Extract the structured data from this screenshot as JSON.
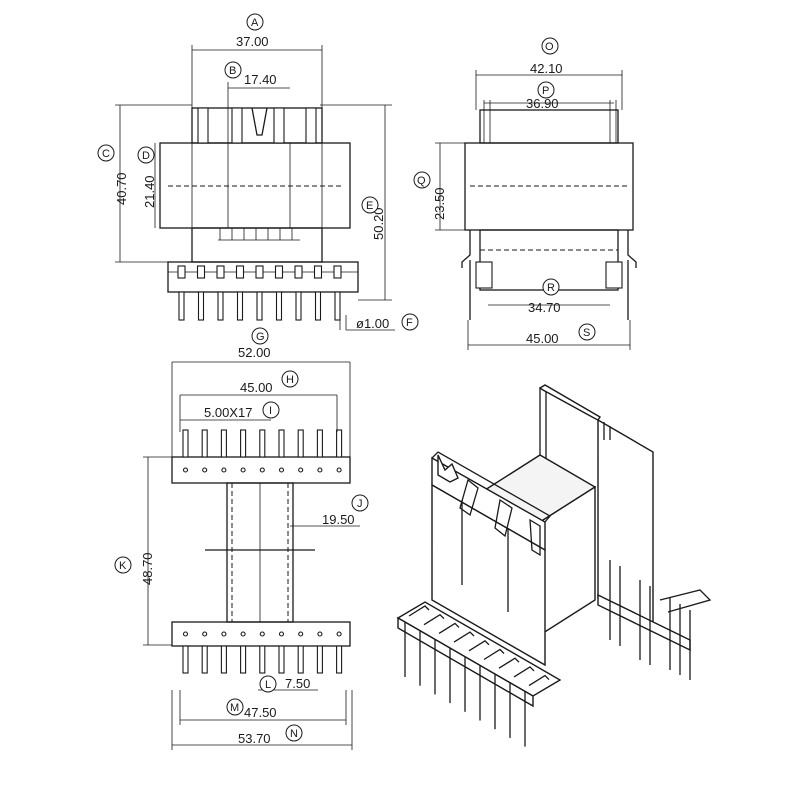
{
  "dimensions": {
    "A": "37.00",
    "B": "17.40",
    "C": "40.70",
    "D": "21.40",
    "E": "50.20",
    "F": "ø1.00",
    "O": "42.10",
    "P": "36.90",
    "Q": "23.50",
    "R": "34.70",
    "S": "45.00",
    "G": "52.00",
    "H": "45.00",
    "I": "5.00X17",
    "J": "19.50",
    "K": "48.70",
    "L": "7.50",
    "M": "47.50",
    "N": "53.70"
  },
  "labels": {
    "A": "A",
    "B": "B",
    "C": "C",
    "D": "D",
    "E": "E",
    "F": "F",
    "O": "O",
    "P": "P",
    "Q": "Q",
    "R": "R",
    "S": "S",
    "G": "G",
    "H": "H",
    "I": "I",
    "J": "J",
    "K": "K",
    "L": "L",
    "M": "M",
    "N": "N"
  }
}
